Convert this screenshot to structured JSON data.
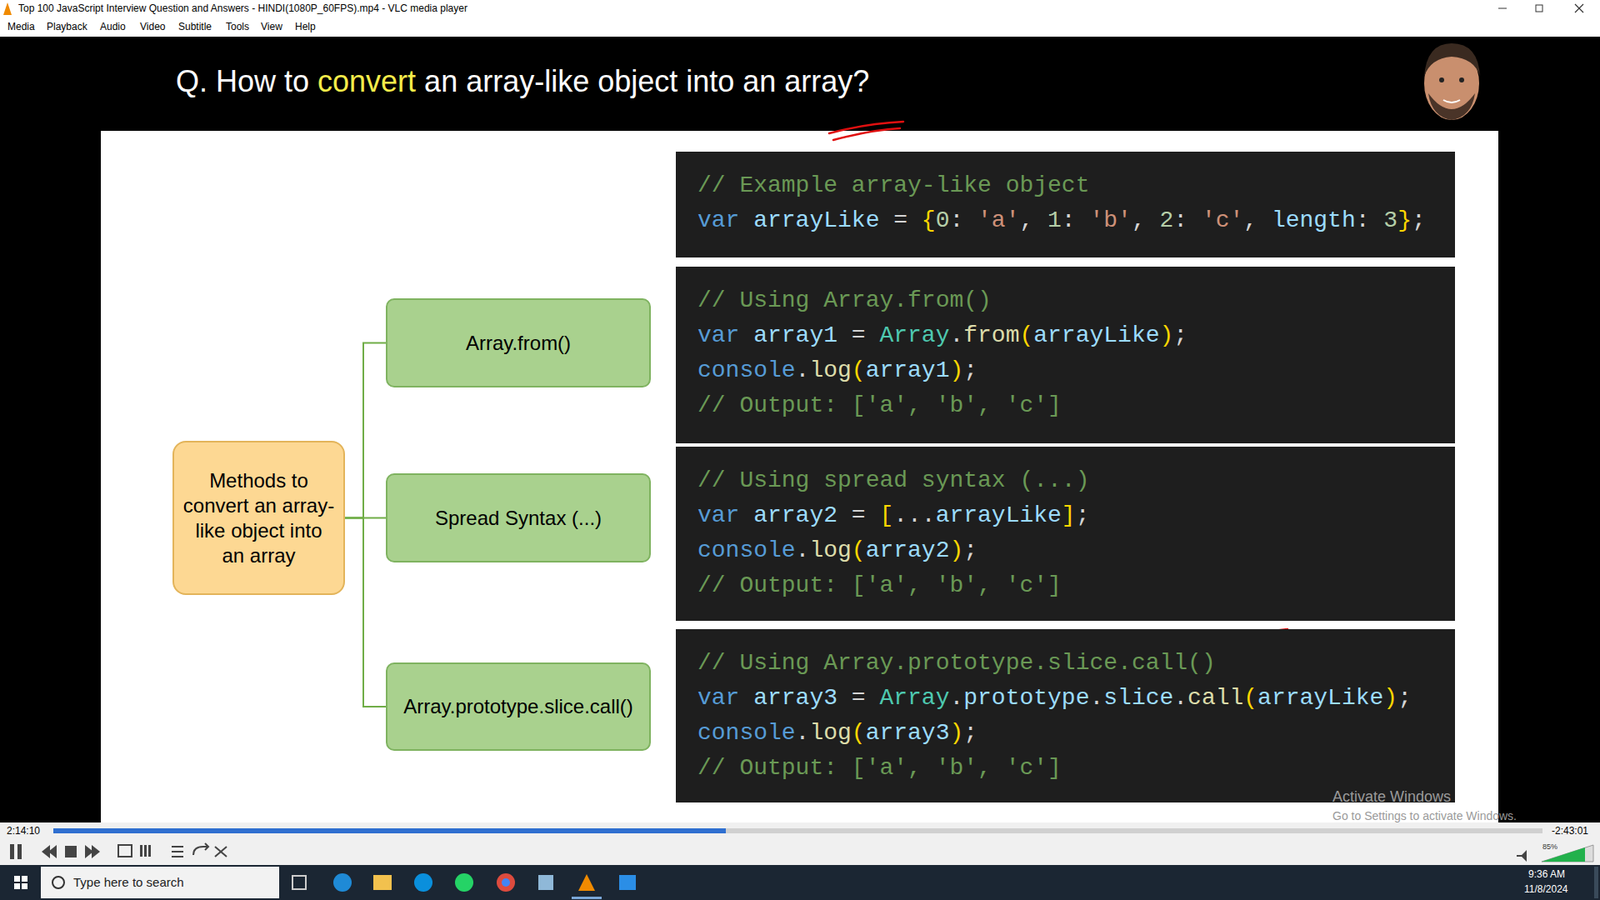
{
  "diagram": {
    "title": "Q. How to convert an array-like object into an array?",
    "nodes": [
      {
        "text": [
          "Methods to convert an array-like object into an array"
        ]
      },
      {
        "text": [
          "Array.from()"
        ]
      },
      {
        "text": [
          "Spread Syntax (...)"
        ]
      },
      {
        "text": [
          "Array.prototype.slice.call()"
        ]
      },
      {
        "text": [
          "// Example array-like object",
          "var arrayLike = {0: 'a', 1: 'b', 2: 'c', length: 3};"
        ]
      },
      {
        "text": [
          "// Using Array.from()",
          "var array1 = Array.from(arrayLike);",
          "console.log(array1);",
          "// Output: ['a', 'b', 'c']"
        ]
      },
      {
        "text": [
          "// Using spread syntax (...)",
          "var array2 = [...arrayLike];",
          "console.log(array2);",
          "// Output: ['a', 'b', 'c']"
        ]
      },
      {
        "text": [
          "// Using Array.prototype.slice.call()",
          "var array3 = Array.prototype.slice.call(arrayLike);",
          "console.log(array3);",
          "// Output: ['a', 'b', 'c']"
        ]
      }
    ],
    "edges": [
      {
        "from": 0,
        "to": 1,
        "arrow": "none"
      },
      {
        "from": 0,
        "to": 2,
        "arrow": "none"
      },
      {
        "from": 0,
        "to": 3,
        "arrow": "none"
      }
    ],
    "labels": [
      "Top 100 JavaScript Interview Question and Answers - HINDI(1080P_60FPS).mp4 - VLC media player",
      "Media",
      "Playback",
      "Audio",
      "Video",
      "Subtitle",
      "Tools",
      "View",
      "Help",
      "2:14:10",
      "-2:43:01",
      "85%",
      "Activate Windows",
      "Go to Settings to activate Windows.",
      "Type here to search",
      "9:36 AM",
      "11/8/2024"
    ]
  }
}
